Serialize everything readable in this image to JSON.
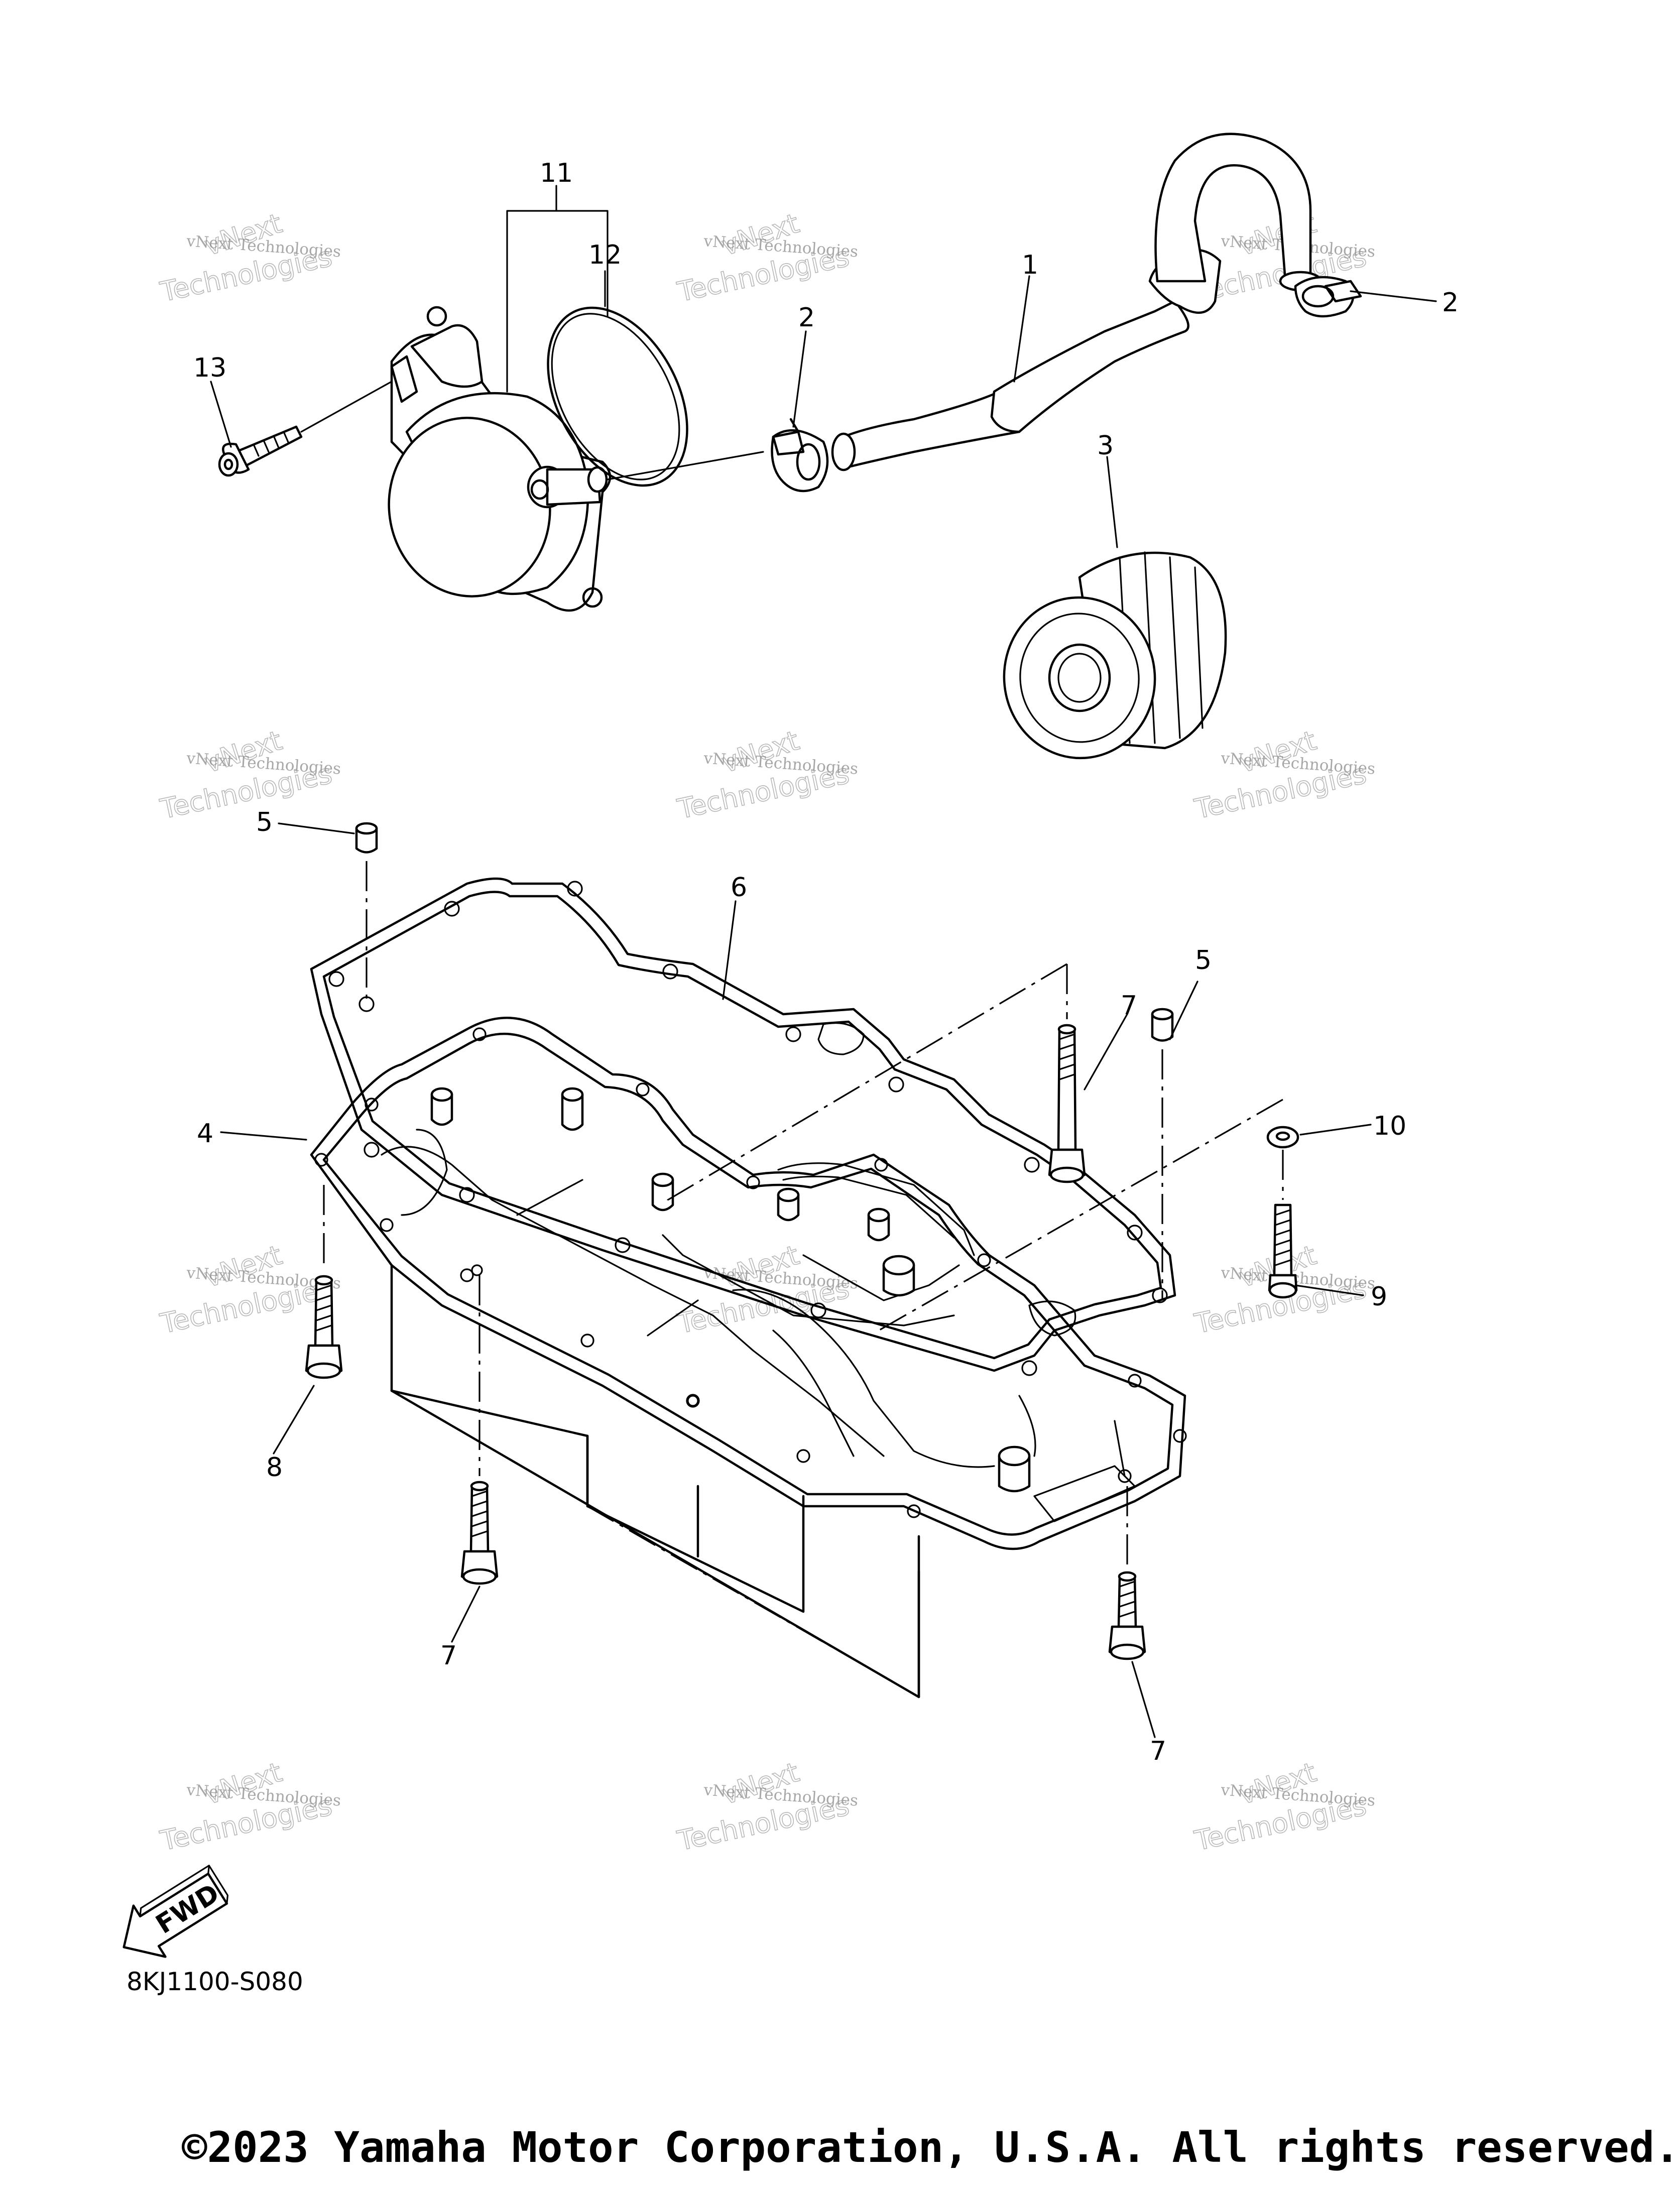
{
  "callouts": [
    {
      "id": "p1",
      "label": "1"
    },
    {
      "id": "p2a",
      "label": "2"
    },
    {
      "id": "p2b",
      "label": "2"
    },
    {
      "id": "p3",
      "label": "3"
    },
    {
      "id": "p4",
      "label": "4"
    },
    {
      "id": "p5a",
      "label": "5"
    },
    {
      "id": "p5b",
      "label": "5"
    },
    {
      "id": "p6",
      "label": "6"
    },
    {
      "id": "p7a",
      "label": "7"
    },
    {
      "id": "p7b",
      "label": "7"
    },
    {
      "id": "p7c",
      "label": "7"
    },
    {
      "id": "p8",
      "label": "8"
    },
    {
      "id": "p9",
      "label": "9"
    },
    {
      "id": "p10",
      "label": "10"
    },
    {
      "id": "p11",
      "label": "11"
    },
    {
      "id": "p12",
      "label": "12"
    },
    {
      "id": "p13",
      "label": "13"
    }
  ],
  "watermark": {
    "line1": "vNext Technologies",
    "big1": "vNext",
    "big2": "Technologies"
  },
  "fwd_label": "FWD",
  "diagram_code": "8KJ1100-S080",
  "copyright": "©2023 Yamaha Motor Corporation, U.S.A. All rights reserved."
}
